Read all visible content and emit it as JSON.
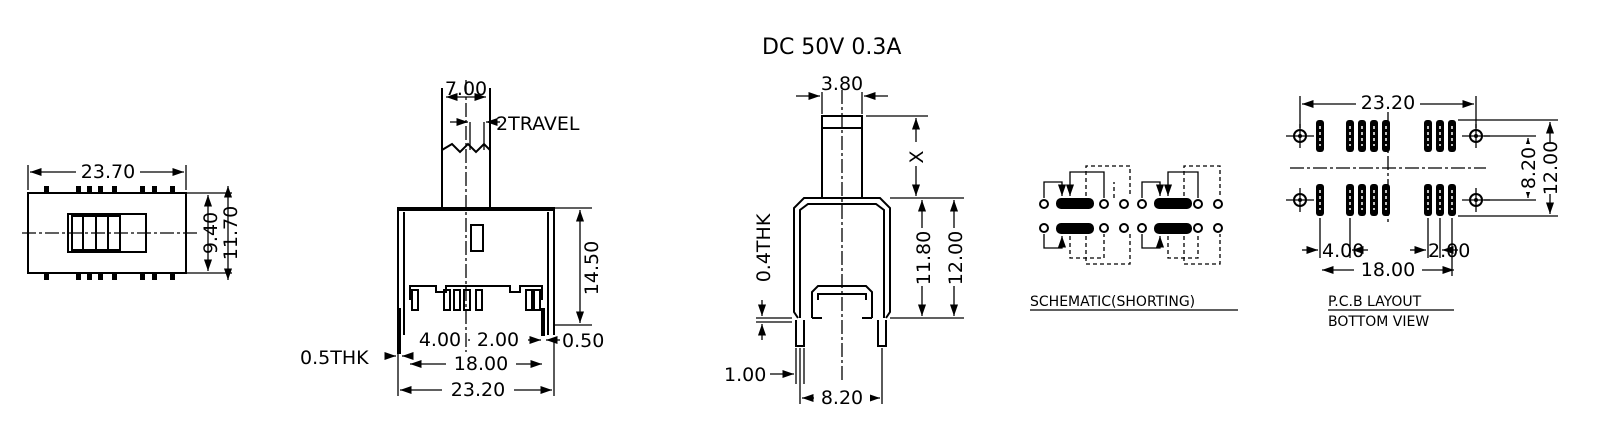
{
  "rating": "DC  50V  0.3A",
  "top_view": {
    "width": "23.70",
    "height_inner": "9.40",
    "height_outer": "11.70"
  },
  "front_view": {
    "actuator_width": "7.00",
    "travel": "2TRAVEL",
    "body_height": "14.50",
    "terminal_thickness": "0.5THK",
    "pitch_outer": "4.00",
    "pitch_inner": "2.00",
    "terminal_width": "0.50",
    "terminal_span": "18.00",
    "overall_width": "23.20"
  },
  "side_view": {
    "actuator_width": "3.80",
    "actuator_height": "X",
    "frame_thickness": "0.4THK",
    "body_height_inner": "11.80",
    "body_height_outer": "12.00",
    "terminal_width": "1.00",
    "terminal_span": "8.20"
  },
  "schematic": {
    "caption": "SCHEMATIC(SHORTING)"
  },
  "pcb_layout": {
    "width": "23.20",
    "row_spacing": "8.20",
    "height": "12.00",
    "pitch_outer": "4.00",
    "pitch_inner": "2.00",
    "terminal_span": "18.00",
    "caption_line1": "P.C.B LAYOUT",
    "caption_line2": "BOTTOM VIEW"
  }
}
